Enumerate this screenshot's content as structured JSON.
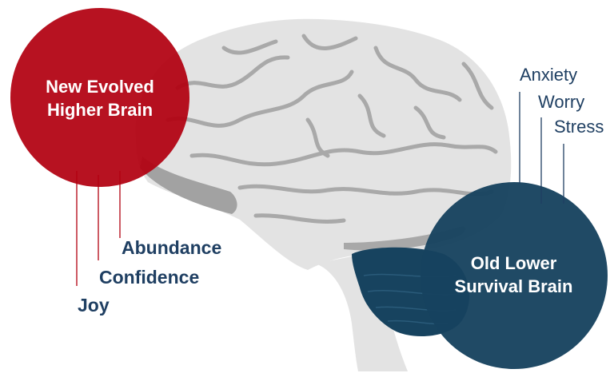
{
  "colors": {
    "red_accent": "#b20010",
    "navy_accent": "#17435f",
    "brain_fill": "#e3e3e3",
    "brain_shadow": "#9e9e9e",
    "label_text": "#1f3f62"
  },
  "higher_brain": {
    "title_line1": "New Evolved",
    "title_line2": "Higher Brain",
    "traits": [
      "Abundance",
      "Confidence",
      "Joy"
    ]
  },
  "survival_brain": {
    "title_line1": "Old Lower",
    "title_line2": "Survival Brain",
    "traits": [
      "Anxiety",
      "Worry",
      "Stress"
    ]
  }
}
